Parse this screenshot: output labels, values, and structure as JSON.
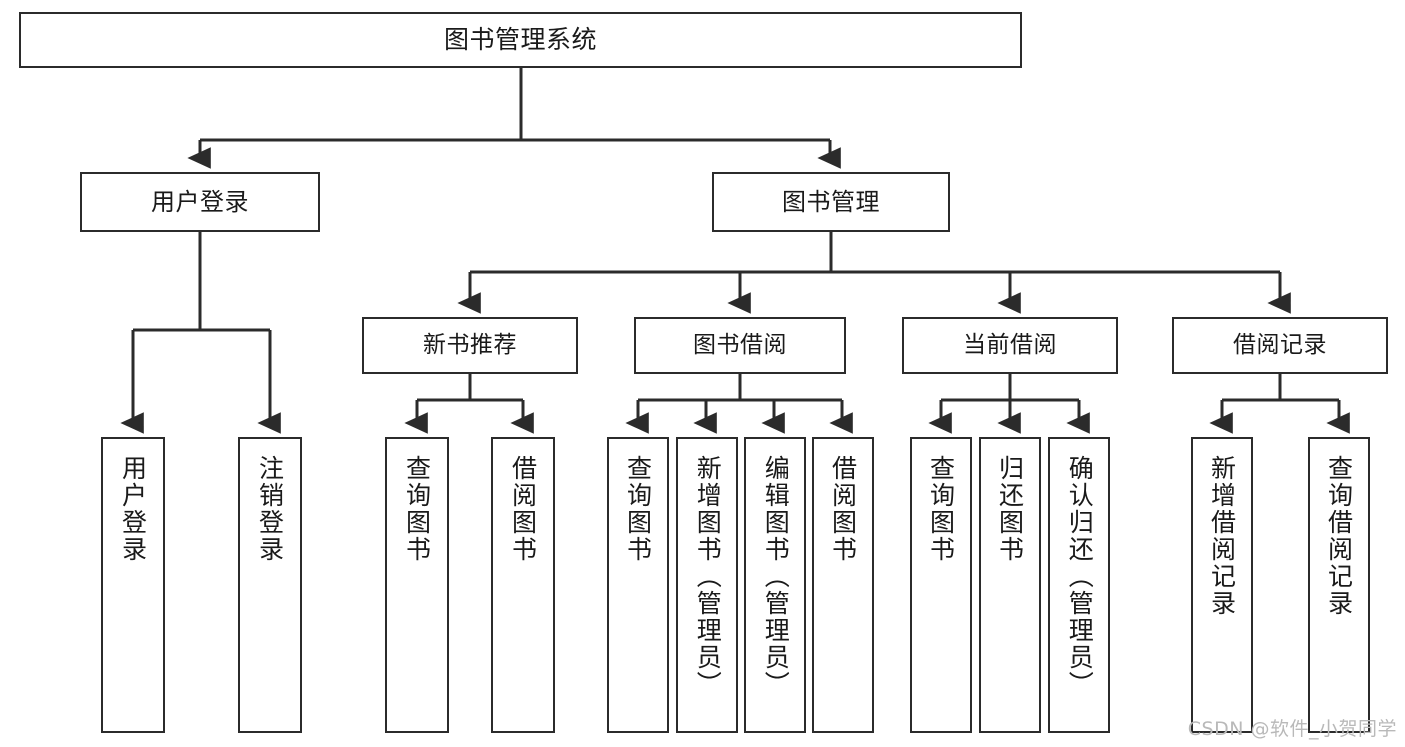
{
  "diagram": {
    "title": "图书管理系统",
    "type": "tree-hierarchy-chart",
    "watermark": "CSDN @软件_小贺同学",
    "line_color": "#2b2b2b",
    "background_color": "#ffffff",
    "text_color": "#1a1a1a"
  },
  "nodes": {
    "root": {
      "label": "图书管理系统"
    },
    "level2": [
      {
        "label": "用户登录"
      },
      {
        "label": "图书管理"
      }
    ],
    "level3": [
      {
        "label": "新书推荐"
      },
      {
        "label": "图书借阅"
      },
      {
        "label": "当前借阅"
      },
      {
        "label": "借阅记录"
      }
    ],
    "leaves": {
      "user_login": [
        {
          "label": "用户登录"
        },
        {
          "label": "注销登录"
        }
      ],
      "new_book_recommend": [
        {
          "label": "查询图书"
        },
        {
          "label": "借阅图书"
        }
      ],
      "book_borrow": [
        {
          "label": "查询图书"
        },
        {
          "label": "新增图书（管理员）"
        },
        {
          "label": "编辑图书（管理员）"
        },
        {
          "label": "借阅图书"
        }
      ],
      "current_borrow": [
        {
          "label": "查询图书"
        },
        {
          "label": "归还图书"
        },
        {
          "label": "确认归还（管理员）"
        }
      ],
      "borrow_record": [
        {
          "label": "新增借阅记录"
        },
        {
          "label": "查询借阅记录"
        }
      ]
    }
  }
}
